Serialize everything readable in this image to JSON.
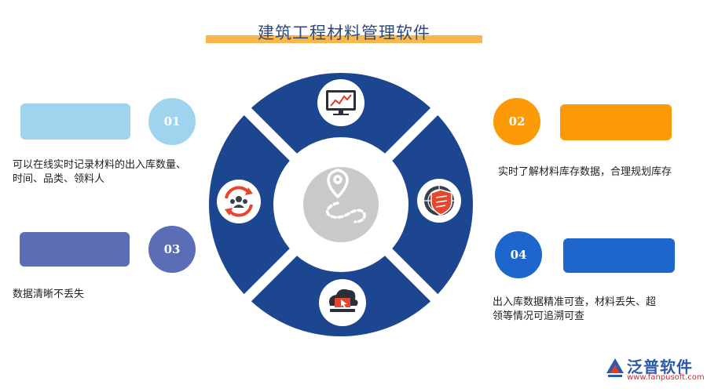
{
  "title": "建筑工程材料管理软件",
  "items": [
    {
      "number": "01",
      "color": "#9fd3ee",
      "text": "可以在线实时记录材料的出入库数量、时间、品类、领料人"
    },
    {
      "number": "02",
      "color": "#fb9a06",
      "text": "实时了解材料库存数据，合理规划库存"
    },
    {
      "number": "03",
      "color": "#5b6db5",
      "text": "数据清晰不丢失"
    },
    {
      "number": "04",
      "color": "#1f66cc",
      "text": "出入库数据精准可查，材料丢失、超领等情况可追溯可查"
    }
  ],
  "ring_color": "#1d4690",
  "center_color": "#c9c9c9",
  "icons": [
    "line-chart-icon",
    "recycle-people-icon",
    "shield-network-icon",
    "cloud-laptop-icon",
    "map-pin-route-icon"
  ],
  "logo": {
    "name": "泛普软件",
    "url": "www.fanpusoft.com"
  }
}
